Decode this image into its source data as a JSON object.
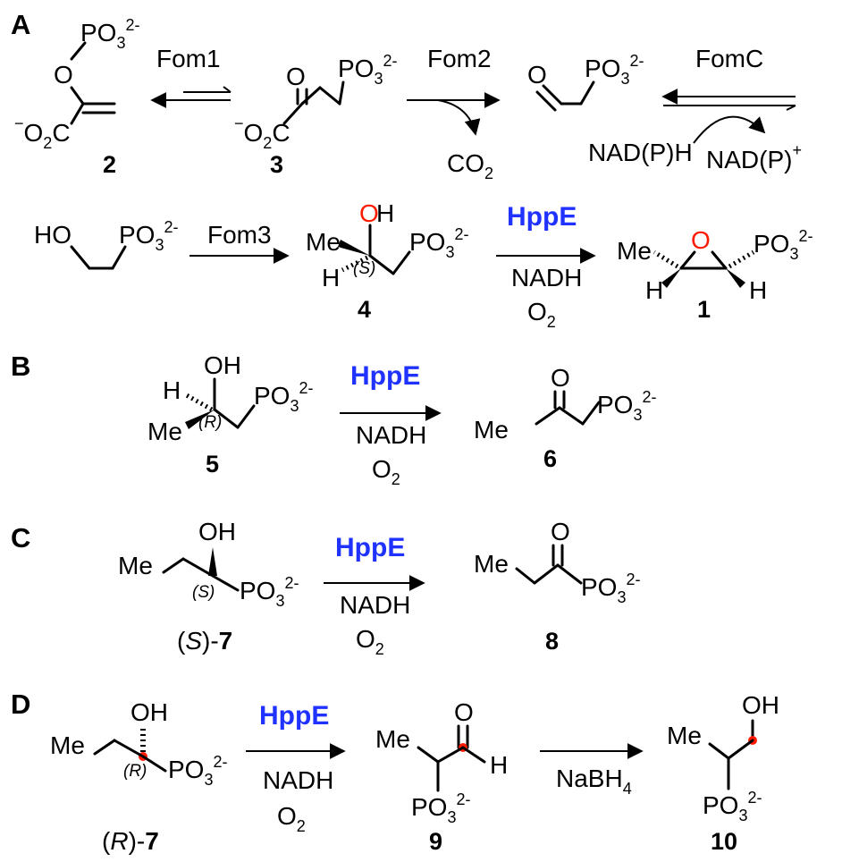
{
  "panels": [
    "A",
    "B",
    "C",
    "D"
  ],
  "groups": {
    "po3": "PO",
    "sub3": "3",
    "charge": "2-",
    "o": "O",
    "h": "H",
    "oh": "OH",
    "ho": "HO",
    "me": "Me",
    "neg": "−",
    "o2c": "O",
    "o2c_sub": "2",
    "o2c_c": "C"
  },
  "compounds": {
    "c1": "1",
    "c2": "2",
    "c3": "3",
    "c4": "4",
    "c5": "5",
    "c6": "6",
    "c8": "8",
    "c9": "9",
    "c10": "10",
    "s7_pre": "(",
    "s7_s": "S",
    "s7_post": ")-",
    "s7_num": "7",
    "r7_pre": "(",
    "r7_r": "R",
    "r7_post": ")-",
    "r7_num": "7"
  },
  "stereo": {
    "S": "(S)",
    "R": "(R)"
  },
  "enzymes": {
    "fom1": "Fom1",
    "fom2": "Fom2",
    "fomc": "FomC",
    "fom3": "Fom3",
    "hppe": "HppE",
    "nabh4": "NaBH",
    "nabh4_sub": "4"
  },
  "reagents": {
    "co2": "CO",
    "co2_sub": "2",
    "nadph": "NAD(P)H",
    "nadp": "NAD(P)",
    "plus": "+",
    "nadh": "NADH",
    "o2": "O",
    "o2_sub": "2"
  },
  "colors": {
    "hppe": "#1f32ff",
    "highlight": "#ff1a00"
  }
}
